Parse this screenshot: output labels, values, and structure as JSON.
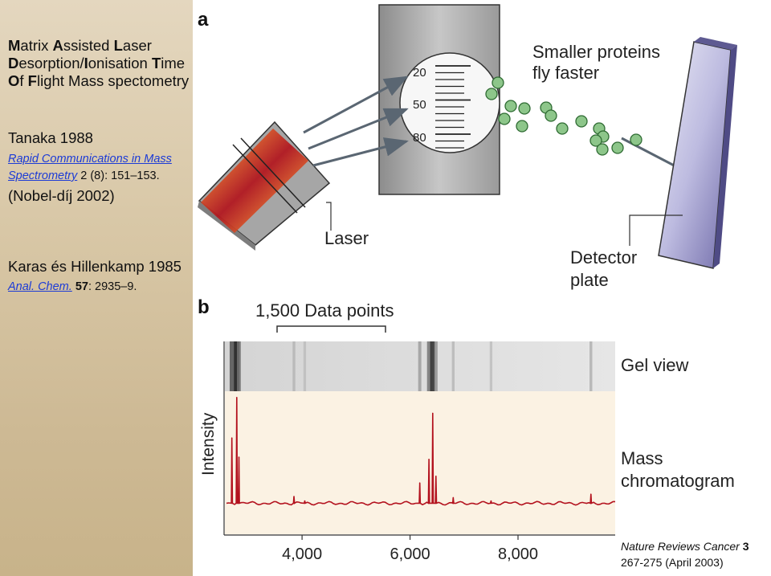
{
  "slide": {
    "title_lines": [
      {
        "parts": [
          [
            "M",
            "b"
          ],
          [
            "atrix ",
            ""
          ],
          [
            "A",
            "b"
          ],
          [
            "ssisted ",
            ""
          ],
          [
            "L",
            "b"
          ],
          [
            "aser",
            ""
          ]
        ]
      },
      {
        "parts": [
          [
            "D",
            "b"
          ],
          [
            "esorption/",
            ""
          ],
          [
            "I",
            "b"
          ],
          [
            "onisation ",
            ""
          ],
          [
            "T",
            "b"
          ],
          [
            "ime",
            ""
          ]
        ]
      },
      {
        "parts": [
          [
            "O",
            "b"
          ],
          [
            "f ",
            ""
          ],
          [
            "F",
            "b"
          ],
          [
            "light  Mass spectometry",
            ""
          ]
        ]
      }
    ],
    "ref1": {
      "heading": "Tanaka 1988",
      "journal_line1": "Rapid Communications in Mass",
      "journal_line2": "Spectrometry",
      "citation": " 2 (8): 151–153.",
      "note": "(Nobel-díj 2002)"
    },
    "ref2": {
      "heading": "Karas és Hillenkamp 1985",
      "journal": "Anal. Chem.",
      "citation_bold": "57",
      "citation_rest": ": 2935–9."
    }
  },
  "figure_a": {
    "label": "a",
    "scale_ticks": [
      "20",
      "50",
      "80"
    ],
    "caption_fly": [
      "Smaller proteins",
      "fly faster"
    ],
    "laser_label": "Laser",
    "detector_label": [
      "Detector",
      "plate"
    ],
    "colors": {
      "ball": "#8dc68a",
      "ball_edge": "#2f6b33",
      "plate": "#8a86bf",
      "chip": "#8f8f8f"
    }
  },
  "figure_b": {
    "label": "b",
    "bracket_label": "1,500 Data points",
    "gel_label": "Gel view",
    "mass_label": [
      "Mass",
      "chromatogram"
    ],
    "colors": {
      "trace": "#b3121e",
      "background": "#fbf2e3"
    }
  },
  "chart_data": {
    "type": "line",
    "title": "",
    "xlabel": "",
    "ylabel": "Intensity",
    "xlim": [
      2600,
      9800
    ],
    "ylim": [
      0,
      100
    ],
    "x_ticks": [
      "4,000",
      "6,000",
      "8,000"
    ],
    "x_tick_values": [
      4000,
      6000,
      8000
    ],
    "peaks": [
      {
        "x": 2700,
        "y": 62
      },
      {
        "x": 2790,
        "y": 98
      },
      {
        "x": 2830,
        "y": 45
      },
      {
        "x": 3850,
        "y": 10
      },
      {
        "x": 4050,
        "y": 6
      },
      {
        "x": 6180,
        "y": 22
      },
      {
        "x": 6350,
        "y": 43
      },
      {
        "x": 6420,
        "y": 84
      },
      {
        "x": 6480,
        "y": 28
      },
      {
        "x": 6800,
        "y": 9
      },
      {
        "x": 7500,
        "y": 6
      },
      {
        "x": 9350,
        "y": 12
      }
    ],
    "baseline": 4
  },
  "credit": {
    "journal": "Nature Reviews Cancer",
    "volume": " 3",
    "pages": "267-275 (April 2003)"
  }
}
